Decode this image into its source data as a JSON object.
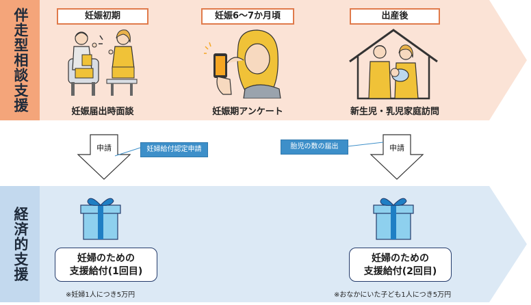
{
  "top_section": {
    "label": "伴走型相談支援",
    "stages": [
      {
        "title": "妊娠初期",
        "caption": "妊娠届出時面談"
      },
      {
        "title": "妊娠6～7か月頃",
        "caption": "妊娠期アンケート"
      },
      {
        "title": "出産後",
        "caption": "新生児・乳児家庭訪問"
      }
    ]
  },
  "middle": {
    "left_arrow_label": "申請",
    "left_tag": "妊婦給付認定申請",
    "right_arrow_label": "申請",
    "right_tag": "胎児の数の届出"
  },
  "bottom_section": {
    "label": "経済的支援",
    "benefits": [
      {
        "line1": "妊婦のための",
        "line2": "支援給付(1回目)",
        "note": "※妊婦1人につき5万円"
      },
      {
        "line1": "妊婦のための",
        "line2": "支援給付(2回目)",
        "note": "※おなかにいた子ども1人につき5万円"
      }
    ]
  },
  "colors": {
    "top_band": "#fbe3d6",
    "top_label_bg": "#f4a57a",
    "bottom_band": "#dce9f5",
    "bottom_label_bg": "#c3d9ee",
    "stage_border": "#e07a4a",
    "tag_blue": "#3d8fc9",
    "gift_blue": "#8ed0ee",
    "gift_ribbon": "#1f7fc4"
  }
}
